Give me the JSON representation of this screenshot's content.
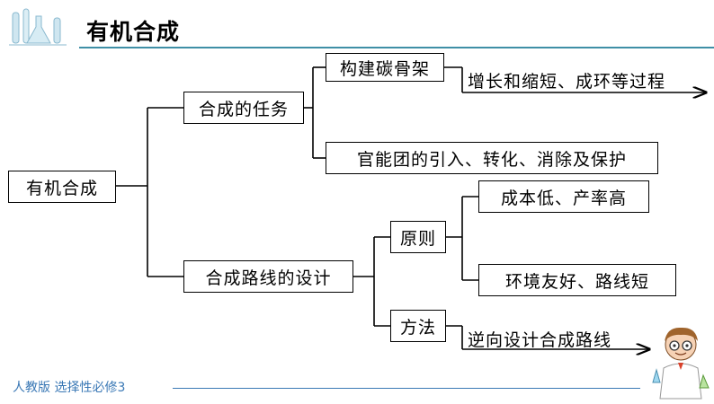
{
  "title": "有机合成",
  "root": "有机合成",
  "branches": {
    "task": {
      "label": "合成的任务",
      "carbon_skeleton": "构建碳骨架",
      "carbon_skeleton_detail": "增长和缩短、成环等过程",
      "functional_group": "官能团的引入、转化、消除及保护"
    },
    "route": {
      "label": "合成路线的设计",
      "principle": "原则",
      "principle_items": [
        "成本低、产率高",
        "环境友好、路线短"
      ],
      "method": "方法",
      "method_detail": "逆向设计合成路线"
    }
  },
  "footer": "人教版 选择性必修3",
  "colors": {
    "accent": "#3f8fa6",
    "footer": "#3a78b5"
  }
}
